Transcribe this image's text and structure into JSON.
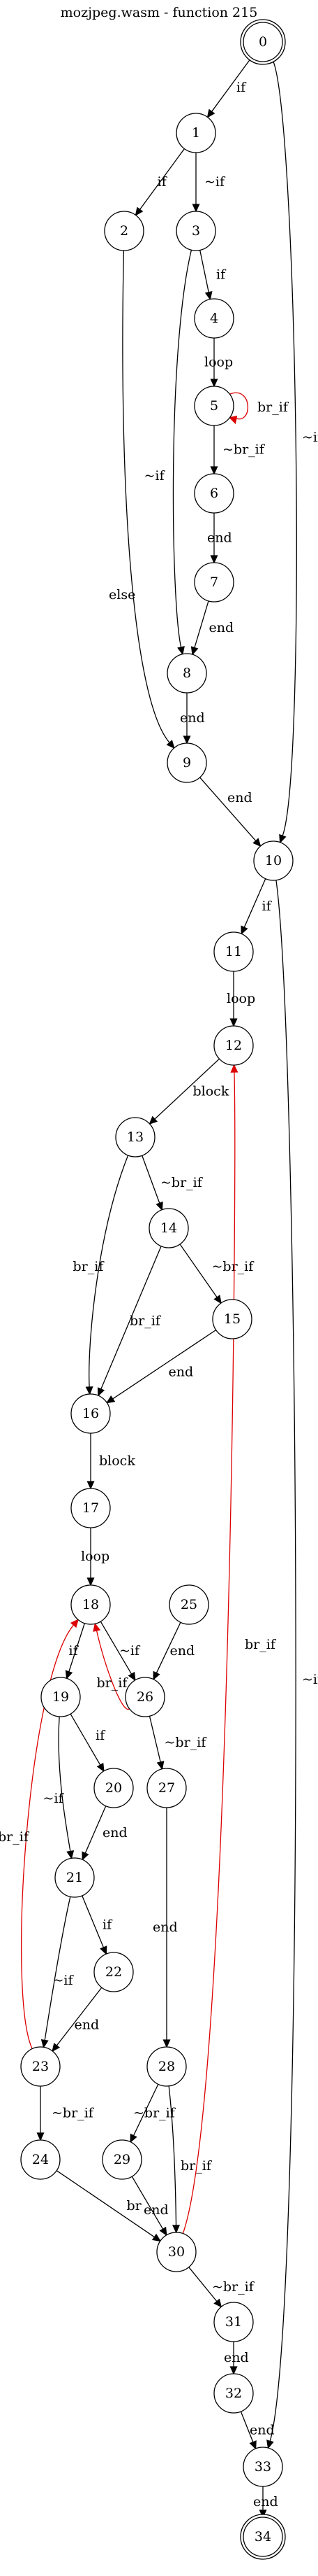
{
  "title": "mozjpeg.wasm - function 215",
  "colors": {
    "normal": "#000000",
    "back": "#dd0000"
  },
  "nodes": [
    {
      "id": "0",
      "terminal": true
    },
    {
      "id": "1"
    },
    {
      "id": "2"
    },
    {
      "id": "3"
    },
    {
      "id": "4"
    },
    {
      "id": "5"
    },
    {
      "id": "6"
    },
    {
      "id": "7"
    },
    {
      "id": "8"
    },
    {
      "id": "9"
    },
    {
      "id": "10"
    },
    {
      "id": "11"
    },
    {
      "id": "12"
    },
    {
      "id": "13"
    },
    {
      "id": "14"
    },
    {
      "id": "15"
    },
    {
      "id": "16"
    },
    {
      "id": "17"
    },
    {
      "id": "18"
    },
    {
      "id": "19"
    },
    {
      "id": "20"
    },
    {
      "id": "21"
    },
    {
      "id": "22"
    },
    {
      "id": "23"
    },
    {
      "id": "24"
    },
    {
      "id": "25"
    },
    {
      "id": "26"
    },
    {
      "id": "27"
    },
    {
      "id": "28"
    },
    {
      "id": "29"
    },
    {
      "id": "30"
    },
    {
      "id": "31"
    },
    {
      "id": "32"
    },
    {
      "id": "33"
    },
    {
      "id": "34",
      "terminal": true
    }
  ],
  "edges": [
    {
      "from": "0",
      "to": "1",
      "label": "if"
    },
    {
      "from": "0",
      "to": "10",
      "label": "~if"
    },
    {
      "from": "1",
      "to": "2",
      "label": "if"
    },
    {
      "from": "1",
      "to": "3",
      "label": "~if"
    },
    {
      "from": "2",
      "to": "9",
      "label": "else"
    },
    {
      "from": "3",
      "to": "4",
      "label": "if"
    },
    {
      "from": "3",
      "to": "8",
      "label": "~if"
    },
    {
      "from": "4",
      "to": "5",
      "label": "loop"
    },
    {
      "from": "5",
      "to": "5",
      "label": "br_if",
      "back": true
    },
    {
      "from": "5",
      "to": "6",
      "label": "~br_if"
    },
    {
      "from": "6",
      "to": "7",
      "label": "end"
    },
    {
      "from": "7",
      "to": "8",
      "label": "end"
    },
    {
      "from": "8",
      "to": "9",
      "label": "end"
    },
    {
      "from": "9",
      "to": "10",
      "label": "end"
    },
    {
      "from": "10",
      "to": "11",
      "label": "if"
    },
    {
      "from": "10",
      "to": "33",
      "label": "~if"
    },
    {
      "from": "11",
      "to": "12",
      "label": "loop"
    },
    {
      "from": "12",
      "to": "13",
      "label": "block"
    },
    {
      "from": "13",
      "to": "14",
      "label": "~br_if"
    },
    {
      "from": "13",
      "to": "16",
      "label": "br_if"
    },
    {
      "from": "14",
      "to": "15",
      "label": "~br_if"
    },
    {
      "from": "14",
      "to": "16",
      "label": "br_if"
    },
    {
      "from": "15",
      "to": "16",
      "label": "end"
    },
    {
      "from": "16",
      "to": "17",
      "label": "block"
    },
    {
      "from": "17",
      "to": "18",
      "label": "loop"
    },
    {
      "from": "18",
      "to": "19",
      "label": "if"
    },
    {
      "from": "18",
      "to": "26",
      "label": "~if"
    },
    {
      "from": "19",
      "to": "20",
      "label": "if"
    },
    {
      "from": "19",
      "to": "21",
      "label": "~if"
    },
    {
      "from": "20",
      "to": "21",
      "label": "end"
    },
    {
      "from": "21",
      "to": "22",
      "label": "if"
    },
    {
      "from": "21",
      "to": "23",
      "label": "~if"
    },
    {
      "from": "22",
      "to": "23",
      "label": "end"
    },
    {
      "from": "23",
      "to": "18",
      "label": "br_if",
      "back": true
    },
    {
      "from": "23",
      "to": "24",
      "label": "~br_if"
    },
    {
      "from": "24",
      "to": "30",
      "label": "br"
    },
    {
      "from": "25",
      "to": "26",
      "label": "end"
    },
    {
      "from": "26",
      "to": "18",
      "label": "br_if",
      "back": true
    },
    {
      "from": "26",
      "to": "27",
      "label": "~br_if"
    },
    {
      "from": "27",
      "to": "28",
      "label": "end"
    },
    {
      "from": "28",
      "to": "29",
      "label": "~br_if"
    },
    {
      "from": "28",
      "to": "30",
      "label": "br_if"
    },
    {
      "from": "29",
      "to": "30",
      "label": "end"
    },
    {
      "from": "30",
      "to": "12",
      "label": "br_if",
      "back": true
    },
    {
      "from": "30",
      "to": "31",
      "label": "~br_if"
    },
    {
      "from": "31",
      "to": "32",
      "label": "end"
    },
    {
      "from": "32",
      "to": "33",
      "label": "end"
    },
    {
      "from": "33",
      "to": "34",
      "label": "end"
    }
  ]
}
